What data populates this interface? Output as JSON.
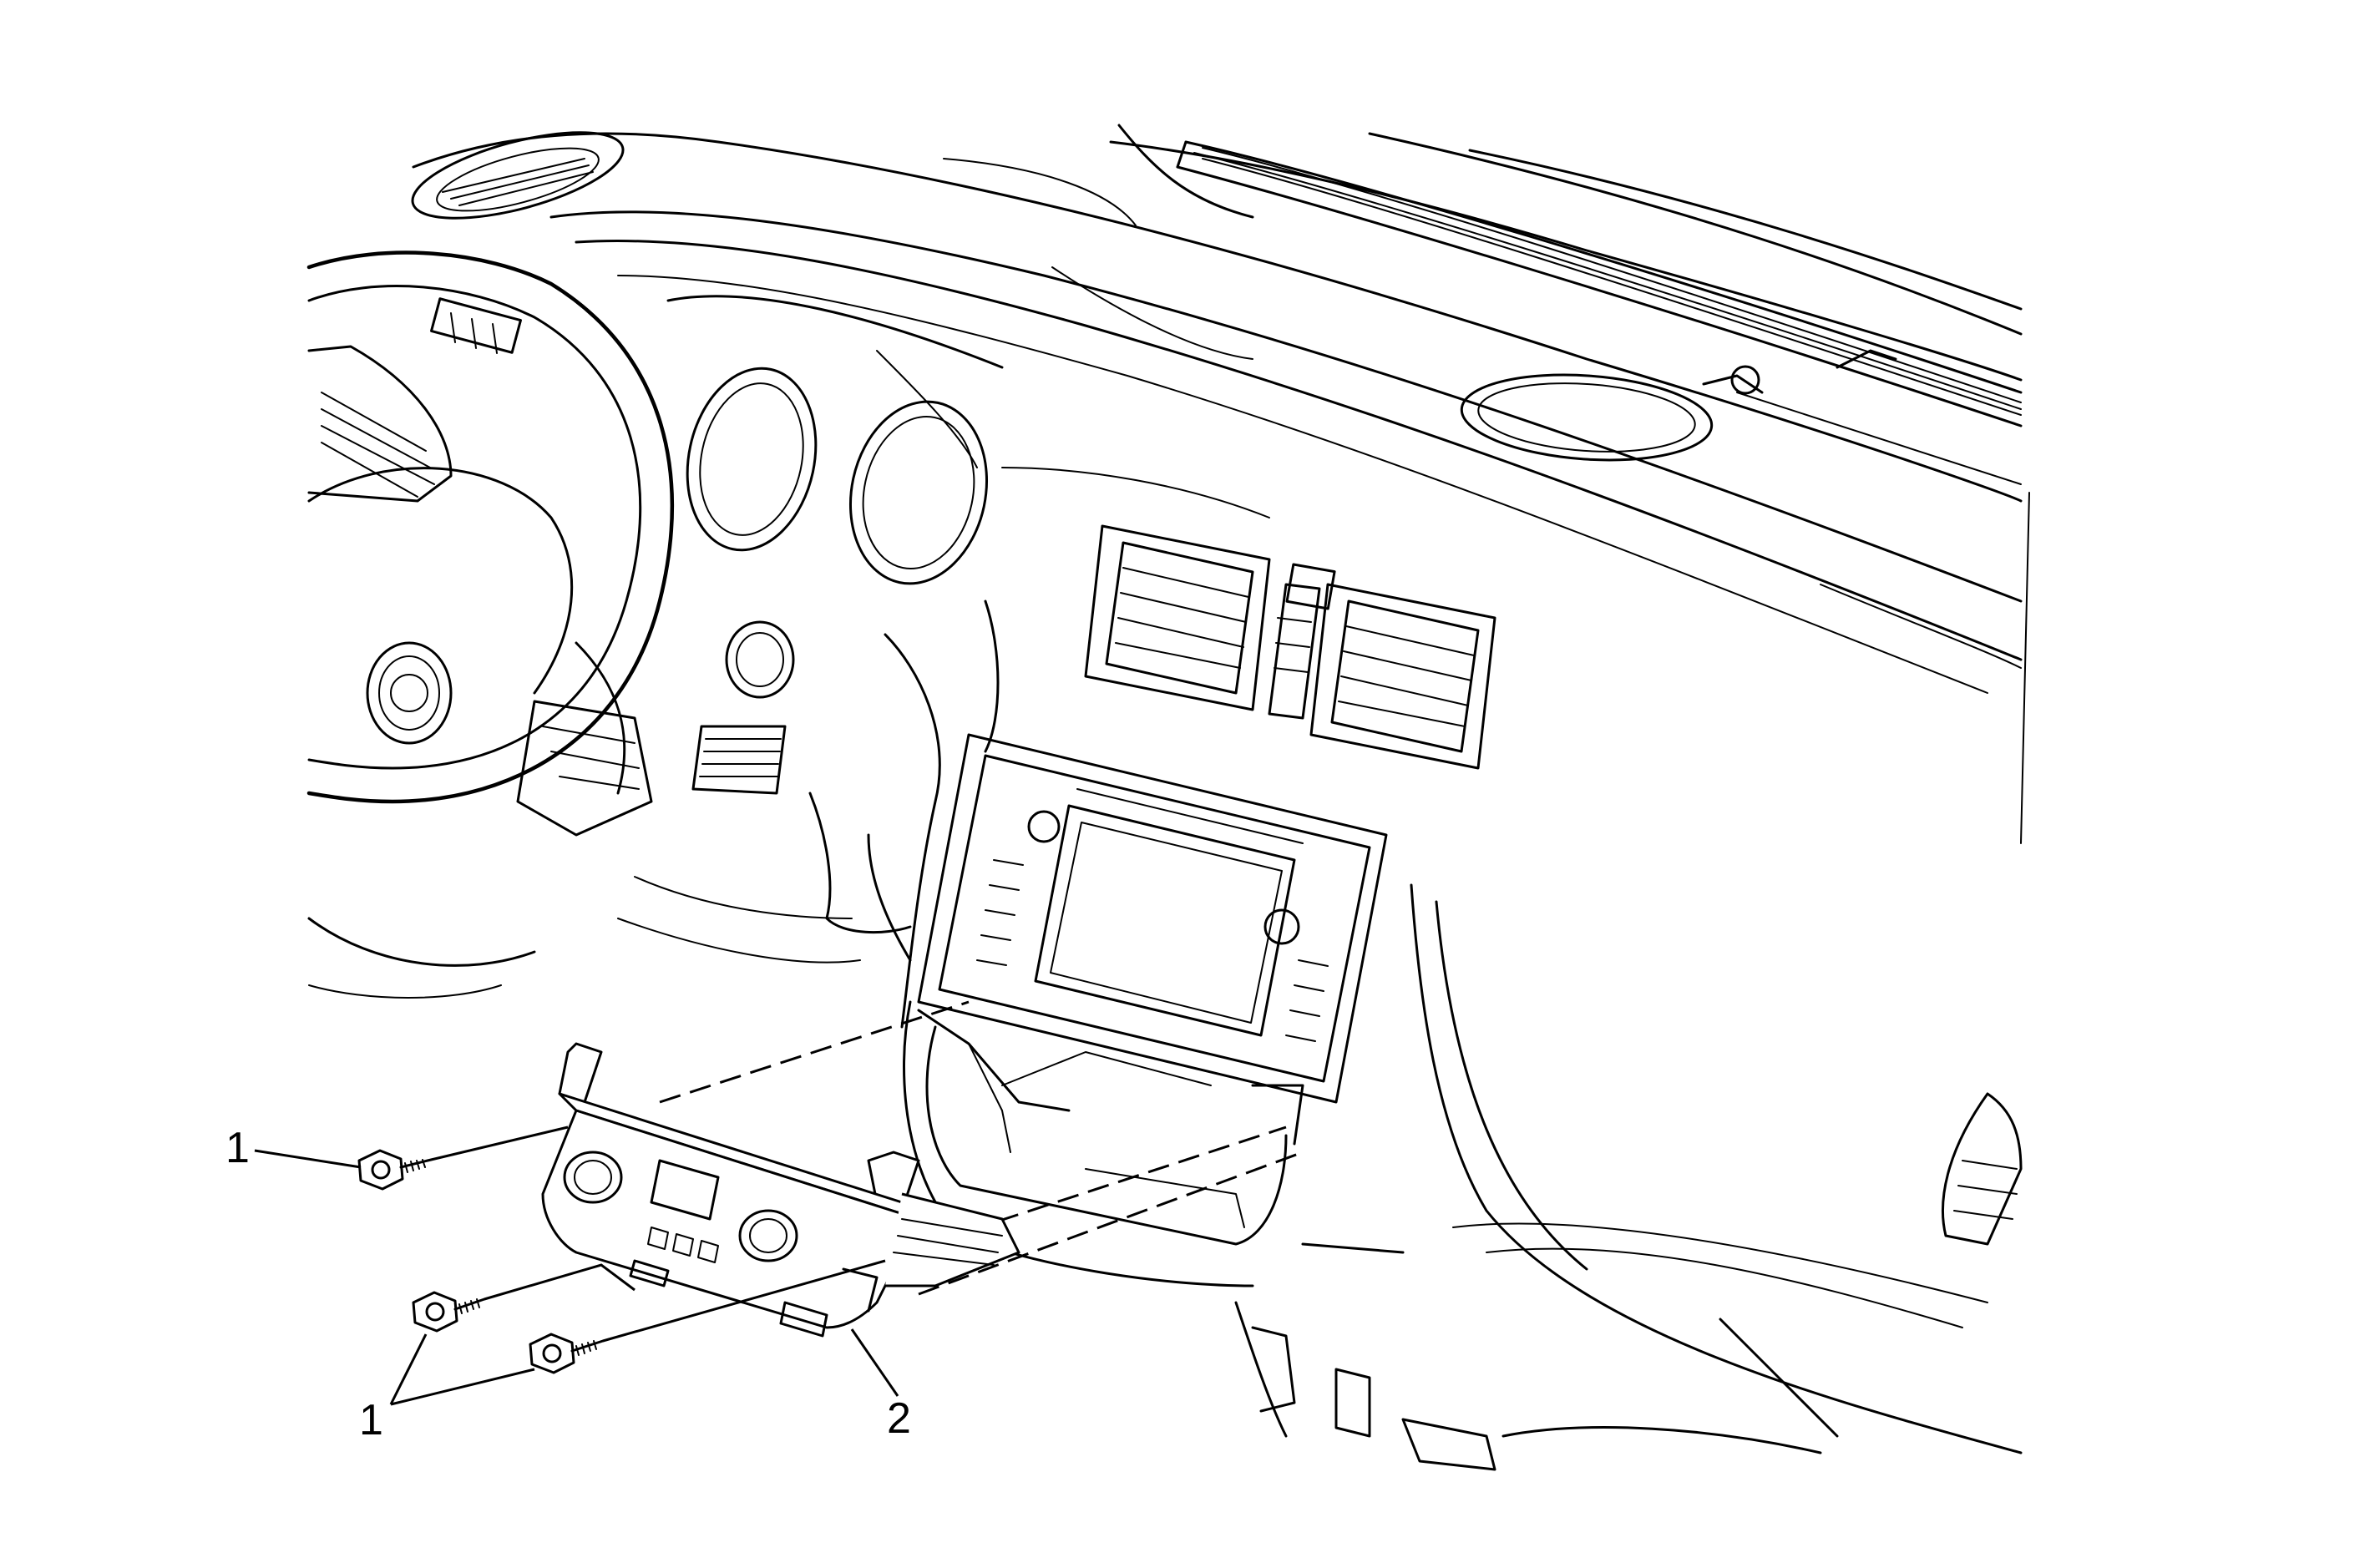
{
  "callouts": {
    "fastener_top": "1",
    "fastener_bottom": "1",
    "control_module": "2"
  }
}
